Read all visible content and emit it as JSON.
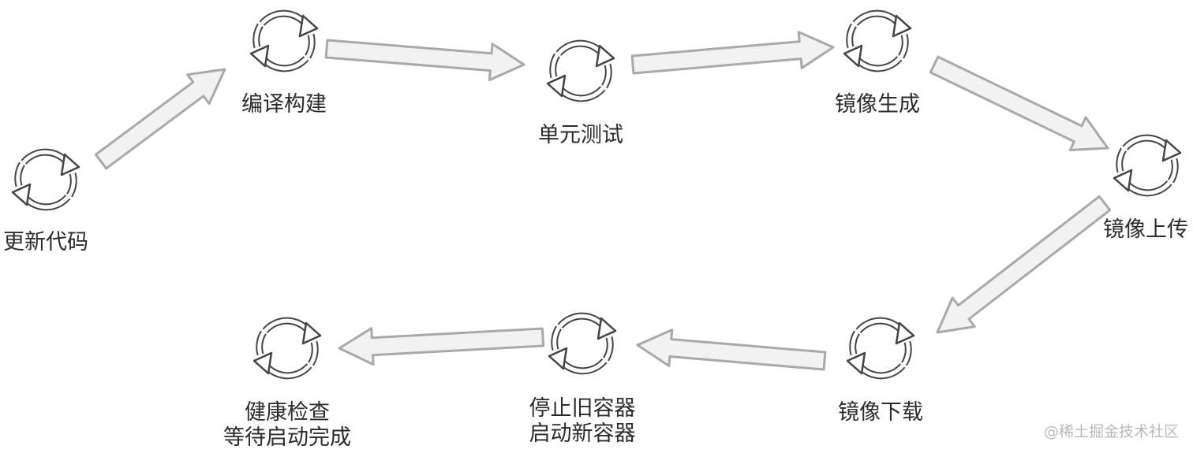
{
  "diagram": {
    "nodes": [
      {
        "id": "update-code",
        "icon": "refresh-cycle-icon",
        "label_lines": [
          "更新代码"
        ]
      },
      {
        "id": "compile-build",
        "icon": "refresh-cycle-icon",
        "label_lines": [
          "编译构建"
        ]
      },
      {
        "id": "unit-test",
        "icon": "refresh-cycle-icon",
        "label_lines": [
          "单元测试"
        ]
      },
      {
        "id": "image-build",
        "icon": "refresh-cycle-icon",
        "label_lines": [
          "镜像生成"
        ]
      },
      {
        "id": "image-upload",
        "icon": "refresh-cycle-icon",
        "label_lines": [
          "镜像上传"
        ]
      },
      {
        "id": "image-download",
        "icon": "refresh-cycle-icon",
        "label_lines": [
          "镜像下载"
        ]
      },
      {
        "id": "swap-containers",
        "icon": "refresh-cycle-icon",
        "label_lines": [
          "停止旧容器",
          "启动新容器"
        ]
      },
      {
        "id": "health-check",
        "icon": "refresh-cycle-icon",
        "label_lines": [
          "健康检查",
          "等待启动完成"
        ]
      }
    ],
    "edges": [
      {
        "from": "update-code",
        "to": "compile-build"
      },
      {
        "from": "compile-build",
        "to": "unit-test"
      },
      {
        "from": "unit-test",
        "to": "image-build"
      },
      {
        "from": "image-build",
        "to": "image-upload"
      },
      {
        "from": "image-upload",
        "to": "image-download"
      },
      {
        "from": "image-download",
        "to": "swap-containers"
      },
      {
        "from": "swap-containers",
        "to": "health-check"
      }
    ],
    "colors": {
      "arrow_fill": "#f2f2f2",
      "arrow_stroke": "#a9a9a9",
      "icon_stroke": "#454545",
      "text": "#2b2b2b"
    }
  },
  "watermark": "@稀土掘金技术社区"
}
